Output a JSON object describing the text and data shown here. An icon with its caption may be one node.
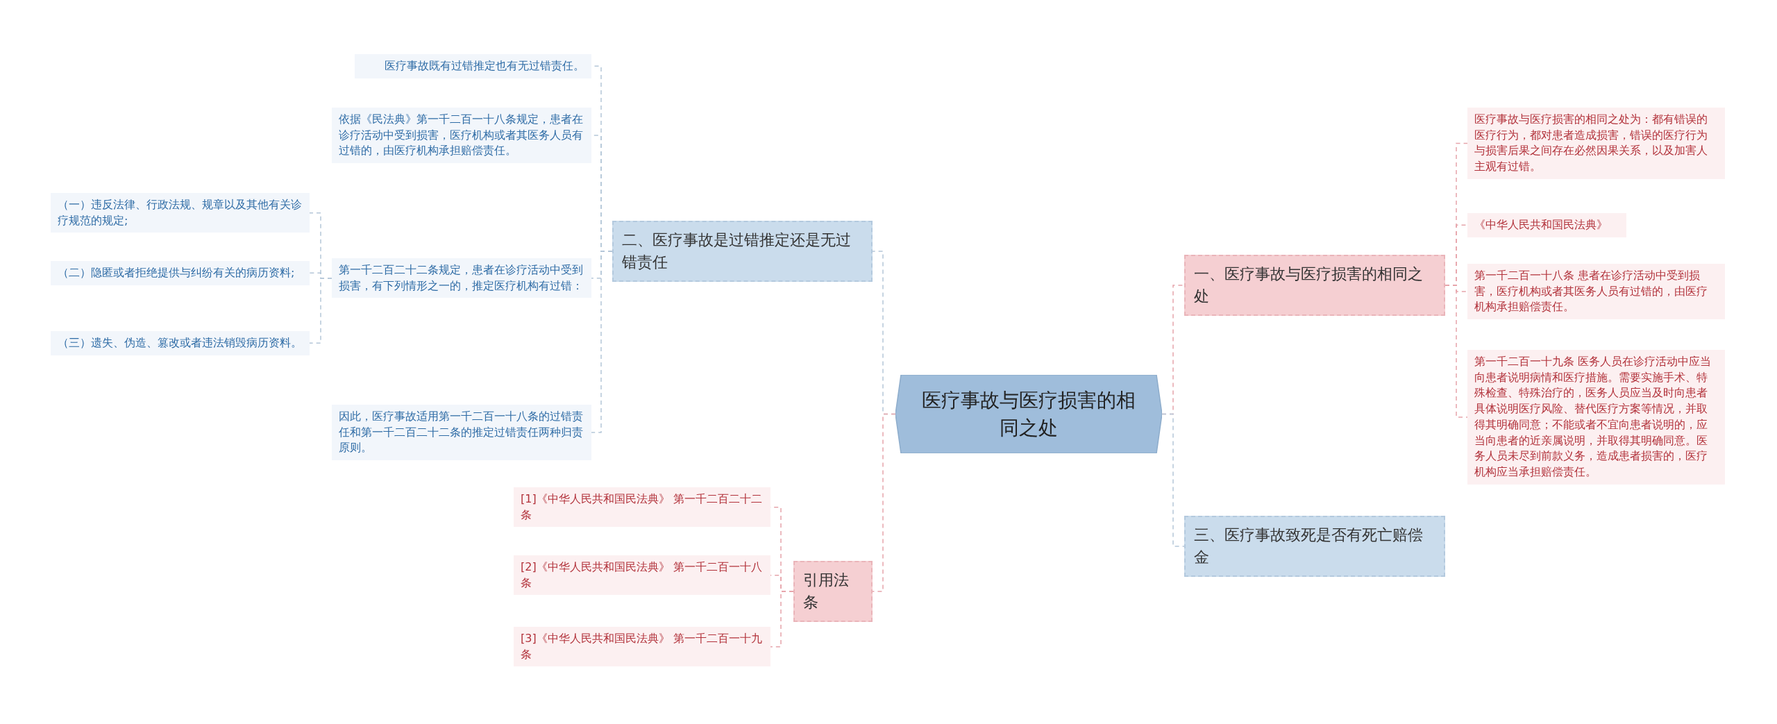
{
  "diagram": {
    "nodes": [
      {
        "text": [
          "医疗事故与医疗损害的相同之处"
        ]
      },
      {
        "text": [
          "一、医疗事故与医疗损害的相同之处"
        ]
      },
      {
        "text": [
          "医疗事故与医疗损害的相同之处为：都有错误的医疗行为，都对患者造成损害，错误的医疗行为与损害后果之间存在必然因果关系，以及加害人主观有过错。"
        ]
      },
      {
        "text": [
          "《中华人民共和国民法典》"
        ]
      },
      {
        "text": [
          "第一千二百一十八条 患者在诊疗活动中受到损害，医疗机构或者其医务人员有过错的，由医疗机构承担赔偿责任。"
        ]
      },
      {
        "text": [
          "第一千二百一十九条 医务人员在诊疗活动中应当向患者说明病情和医疗措施。需要实施手术、特殊检查、特殊治疗的，医务人员应当及时向患者具体说明医疗风险、替代医疗方案等情况，并取得其明确同意；不能或者不宜向患者说明的，应当向患者的近亲属说明，并取得其明确同意。医务人员未尽到前款义务，造成患者损害的，医疗机构应当承担赔偿责任。"
        ]
      },
      {
        "text": [
          "三、医疗事故致死是否有死亡赔偿金"
        ]
      },
      {
        "text": [
          "二、医疗事故是过错推定还是无过错责任"
        ]
      },
      {
        "text": [
          "医疗事故既有过错推定也有无过错责任。"
        ]
      },
      {
        "text": [
          "依据《民法典》第一千二百一十八条规定，患者在诊疗活动中受到损害，医疗机构或者其医务人员有过错的，由医疗机构承担赔偿责任。"
        ]
      },
      {
        "text": [
          "第一千二百二十二条规定，患者在诊疗活动中受到损害，有下列情形之一的，推定医疗机构有过错："
        ]
      },
      {
        "text": [
          "（一）违反法律、行政法规、规章以及其他有关诊疗规范的规定;"
        ]
      },
      {
        "text": [
          "（二）隐匿或者拒绝提供与纠纷有关的病历资料;"
        ]
      },
      {
        "text": [
          "（三）遗失、伪造、篡改或者违法销毁病历资料。"
        ]
      },
      {
        "text": [
          "因此，医疗事故适用第一千二百一十八条的过错责任和第一千二百二十二条的推定过错责任两种归责原则。"
        ]
      },
      {
        "text": [
          "引用法条"
        ]
      },
      {
        "text": [
          "[1]《中华人民共和国民法典》 第一千二百二十二条"
        ]
      },
      {
        "text": [
          "[2]《中华人民共和国民法典》 第一千二百一十八条"
        ]
      },
      {
        "text": [
          "[3]《中华人民共和国民法典》 第一千二百一十九条"
        ]
      }
    ],
    "edges": [
      {
        "from": 0,
        "to": 1,
        "arrow": "none",
        "style": "dashed",
        "color": "#e6a4aa"
      },
      {
        "from": 1,
        "to": 2,
        "arrow": "none",
        "style": "dashed",
        "color": "#e6a4aa"
      },
      {
        "from": 1,
        "to": 3,
        "arrow": "none",
        "style": "dashed",
        "color": "#e6a4aa"
      },
      {
        "from": 1,
        "to": 4,
        "arrow": "none",
        "style": "dashed",
        "color": "#e6a4aa"
      },
      {
        "from": 1,
        "to": 5,
        "arrow": "none",
        "style": "dashed",
        "color": "#e6a4aa"
      },
      {
        "from": 0,
        "to": 6,
        "arrow": "none",
        "style": "dashed",
        "color": "#b4c6d8"
      },
      {
        "from": 0,
        "to": 7,
        "arrow": "none",
        "style": "dashed",
        "color": "#b4c6d8"
      },
      {
        "from": 7,
        "to": 8,
        "arrow": "none",
        "style": "dashed",
        "color": "#b4c6d8"
      },
      {
        "from": 7,
        "to": 9,
        "arrow": "none",
        "style": "dashed",
        "color": "#b4c6d8"
      },
      {
        "from": 7,
        "to": 10,
        "arrow": "none",
        "style": "dashed",
        "color": "#b4c6d8"
      },
      {
        "from": 10,
        "to": 11,
        "arrow": "none",
        "style": "dashed",
        "color": "#b4c6d8"
      },
      {
        "from": 10,
        "to": 12,
        "arrow": "none",
        "style": "dashed",
        "color": "#b4c6d8"
      },
      {
        "from": 10,
        "to": 13,
        "arrow": "none",
        "style": "dashed",
        "color": "#b4c6d8"
      },
      {
        "from": 7,
        "to": 14,
        "arrow": "none",
        "style": "dashed",
        "color": "#b4c6d8"
      },
      {
        "from": 0,
        "to": 15,
        "arrow": "none",
        "style": "dashed",
        "color": "#e6a4aa"
      },
      {
        "from": 15,
        "to": 16,
        "arrow": "none",
        "style": "dashed",
        "color": "#e6a4aa"
      },
      {
        "from": 15,
        "to": 17,
        "arrow": "none",
        "style": "dashed",
        "color": "#e6a4aa"
      },
      {
        "from": 15,
        "to": 18,
        "arrow": "none",
        "style": "dashed",
        "color": "#e6a4aa"
      }
    ]
  }
}
